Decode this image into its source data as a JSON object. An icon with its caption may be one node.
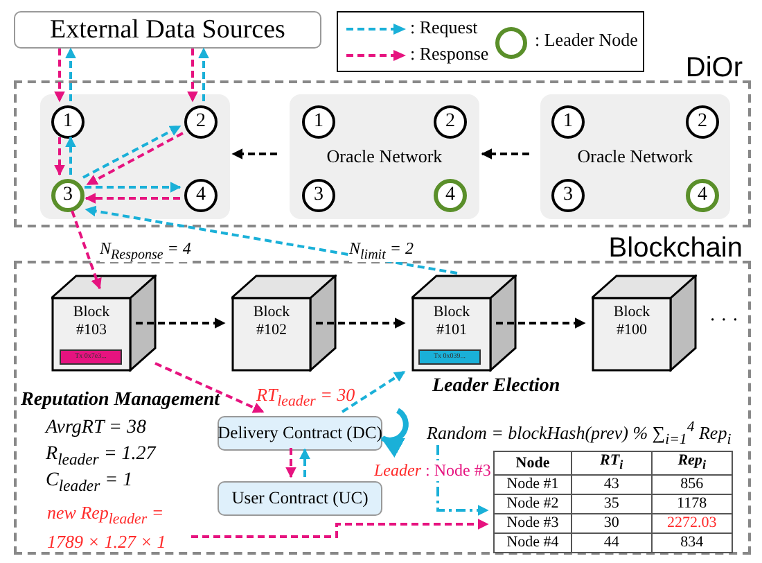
{
  "diagram": {
    "nodes": [
      {
        "text": [
          "External Data Sources"
        ]
      },
      {
        "text": [
          "DiOr"
        ]
      },
      {
        "text": [],
        "shape": "box",
        "in": 1
      },
      {
        "text": [
          "1"
        ],
        "in": 2
      },
      {
        "text": [
          "2"
        ],
        "in": 2
      },
      {
        "text": [
          "3"
        ],
        "in": 2
      },
      {
        "text": [
          "4"
        ],
        "in": 2
      },
      {
        "text": [
          "Oracle Network"
        ],
        "in": 1
      },
      {
        "text": [
          "1"
        ],
        "in": 7
      },
      {
        "text": [
          "2"
        ],
        "in": 7
      },
      {
        "text": [
          "3"
        ],
        "in": 7
      },
      {
        "text": [
          "4"
        ],
        "in": 7
      },
      {
        "text": [
          "Oracle Network"
        ],
        "in": 1
      },
      {
        "text": [
          "1"
        ],
        "in": 12
      },
      {
        "text": [
          "2"
        ],
        "in": 12
      },
      {
        "text": [
          "3"
        ],
        "in": 12
      },
      {
        "text": [
          "4"
        ],
        "in": 12
      },
      {
        "text": [
          "Blockchain"
        ]
      },
      {
        "text": [
          "Block #103"
        ],
        "in": 17
      },
      {
        "text": [
          "Tx 0x7e3..."
        ],
        "in": 18
      },
      {
        "text": [
          "Block #102"
        ],
        "in": 17
      },
      {
        "text": [
          "Block #101"
        ],
        "in": 17
      },
      {
        "text": [
          "Tx 0x039..."
        ],
        "in": 21
      },
      {
        "text": [
          "Block #100"
        ],
        "in": 17
      },
      {
        "text": [
          "Delivery Contract (DC)"
        ],
        "in": 17
      },
      {
        "text": [
          "User Contract (UC)"
        ],
        "in": 17
      },
      {
        "text": [
          "Node",
          "RT$_{i}$",
          "Rep$_{i}$",
          "Node #1",
          "43",
          "856",
          "Node #2",
          "35",
          "1178",
          "Node #3",
          "30",
          "2272.03",
          "Node #4",
          "44",
          "834"
        ],
        "in": 17
      },
      {
        "text": [
          "new Rep$_{leader}$ = 1789 × 1.27 × 1"
        ],
        "in": 17
      },
      {
        "text": [
          "Random = blockHash(prev) % ∑$_{i=1}$$^{4}$ Rep$_{i}$"
        ],
        "in": 17
      }
    ],
    "edges": [
      {
        "from": 0,
        "to": 3,
        "arrow": "to",
        "style": "dashed",
        "color": "#e6137f"
      },
      {
        "from": 3,
        "to": 0,
        "arrow": "to",
        "style": "dashed",
        "color": "#1ab0d8"
      },
      {
        "from": 0,
        "to": 4,
        "arrow": "to",
        "style": "dashed",
        "color": "#e6137f"
      },
      {
        "from": 4,
        "to": 0,
        "arrow": "to",
        "style": "dashed",
        "color": "#1ab0d8"
      },
      {
        "from": 3,
        "to": 5,
        "arrow": "to",
        "style": "dashed",
        "color": "#e6137f"
      },
      {
        "from": 5,
        "to": 3,
        "arrow": "to",
        "style": "dashed",
        "color": "#1ab0d8"
      },
      {
        "from": 5,
        "to": 4,
        "arrow": "to",
        "style": "dashed",
        "color": "#1ab0d8"
      },
      {
        "from": 4,
        "to": 5,
        "arrow": "to",
        "style": "dashed",
        "color": "#e6137f"
      },
      {
        "from": 5,
        "to": 6,
        "arrow": "to",
        "style": "dashed",
        "color": "#1ab0d8"
      },
      {
        "from": 6,
        "to": 5,
        "arrow": "to",
        "style": "dashed",
        "color": "#e6137f"
      },
      {
        "from": 7,
        "to": 2,
        "arrow": "to",
        "style": "dashed",
        "color": "#000000"
      },
      {
        "from": 12,
        "to": 7,
        "arrow": "to",
        "style": "dashed",
        "color": "#000000"
      },
      {
        "from": 5,
        "to": 18,
        "arrow": "to",
        "style": "dashed",
        "color": "#e6137f",
        "label": "N$_{Response}$ = 4"
      },
      {
        "from": 21,
        "to": 5,
        "arrow": "to",
        "style": "dashed",
        "color": "#1ab0d8",
        "label": "N$_{limit}$ = 2"
      },
      {
        "from": 18,
        "to": 20,
        "arrow": "to",
        "style": "dashed",
        "color": "#000000"
      },
      {
        "from": 20,
        "to": 21,
        "arrow": "to",
        "style": "dashed",
        "color": "#000000"
      },
      {
        "from": 21,
        "to": 23,
        "arrow": "to",
        "style": "dashed",
        "color": "#000000"
      },
      {
        "from": 18,
        "to": 24,
        "arrow": "to",
        "style": "dashed",
        "color": "#e6137f"
      },
      {
        "from": 24,
        "to": 21,
        "arrow": "to",
        "style": "dashed",
        "color": "#1ab0d8"
      },
      {
        "from": 24,
        "to": 24,
        "arrow": "to",
        "style": "thick",
        "color": "#1ab0d8"
      },
      {
        "from": 24,
        "to": 25,
        "arrow": "to",
        "style": "dashed",
        "color": "#e6137f"
      },
      {
        "from": 25,
        "to": 24,
        "arrow": "to",
        "style": "dashed",
        "color": "#1ab0d8"
      },
      {
        "from": 28,
        "to": 26,
        "arrow": "to",
        "style": "dashed",
        "color": "#1ab0d8",
        "label": "*Leader* : Node #3"
      },
      {
        "from": 27,
        "to": 26,
        "arrow": "to",
        "style": "dashed",
        "color": "#e6137f"
      }
    ],
    "labels": [
      "Reputation Management",
      "AvrgRT = 38",
      "R$_{leader}$ = 1.27",
      "C$_{leader}$ = 1",
      "RT$_{leader}$ = 30",
      "Leader Election",
      "· · ·"
    ],
    "legend": [
      {
        "text": ": Request"
      },
      {
        "text": ": Response"
      },
      {
        "text": ": Leader Node"
      }
    ]
  }
}
